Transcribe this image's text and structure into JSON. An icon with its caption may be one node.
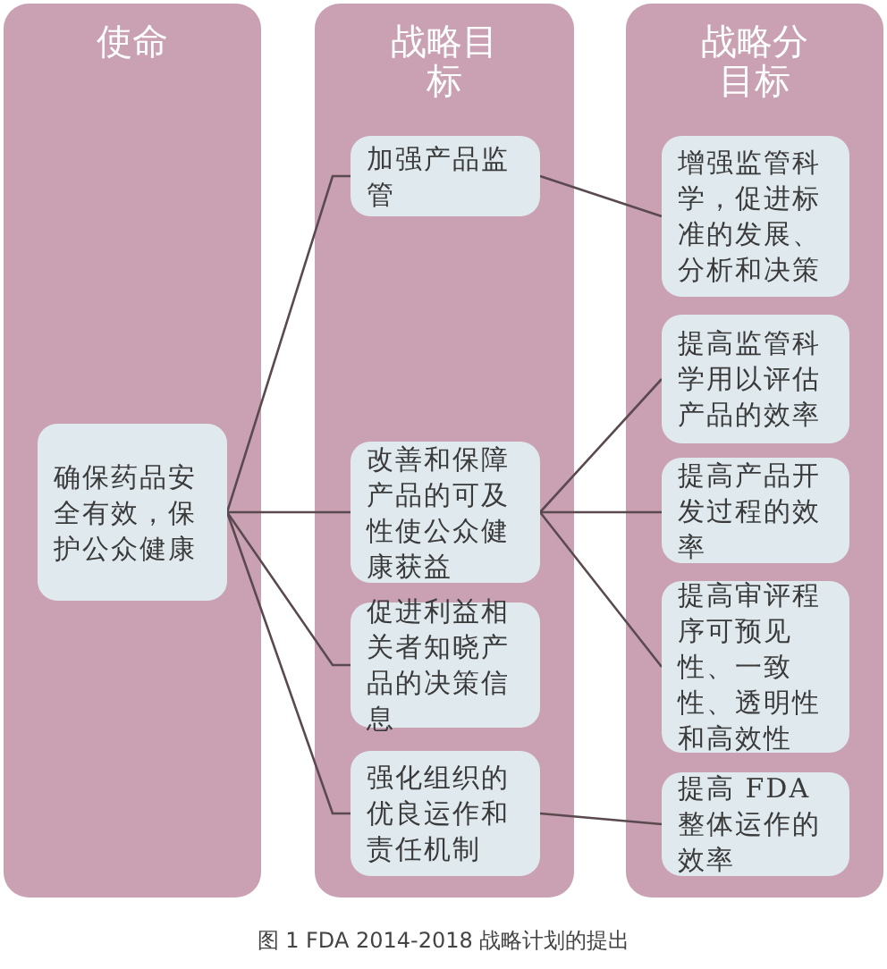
{
  "diagram": {
    "caption": "图 1 FDA 2014-2018 战略计划的提出",
    "nodes": [
      {
        "text": [
          "使命"
        ]
      },
      {
        "text": [
          "战略目标"
        ]
      },
      {
        "text": [
          "战略分目标"
        ]
      },
      {
        "text": [
          "确保药品安全有效，保护公众健康"
        ],
        "in": 0
      },
      {
        "text": [
          "加强产品监管"
        ],
        "in": 1
      },
      {
        "text": [
          "改善和保障产品的可及性使公众健康获益"
        ],
        "in": 1
      },
      {
        "text": [
          "促进利益相关者知晓产品的决策信息"
        ],
        "in": 1
      },
      {
        "text": [
          "强化组织的优良运作和责任机制"
        ],
        "in": 1
      },
      {
        "text": [
          "增强监管科学，促进标准的发展、分析和决策"
        ],
        "in": 2
      },
      {
        "text": [
          "提高监管科学用以评估产品的效率"
        ],
        "in": 2
      },
      {
        "text": [
          "提高产品开发过程的效率"
        ],
        "in": 2
      },
      {
        "text": [
          "提高审评程序可预见性、一致性、透明性和高效性"
        ],
        "in": 2
      },
      {
        "text": [
          "提高 FDA 整体运作的效率"
        ],
        "in": 2
      }
    ],
    "edges": [
      {
        "from": 3,
        "to": 4,
        "arrow": "none"
      },
      {
        "from": 3,
        "to": 5,
        "arrow": "none"
      },
      {
        "from": 3,
        "to": 6,
        "arrow": "none"
      },
      {
        "from": 3,
        "to": 7,
        "arrow": "none"
      },
      {
        "from": 4,
        "to": 8,
        "arrow": "none"
      },
      {
        "from": 5,
        "to": 9,
        "arrow": "none"
      },
      {
        "from": 5,
        "to": 10,
        "arrow": "none"
      },
      {
        "from": 5,
        "to": 11,
        "arrow": "none"
      },
      {
        "from": 7,
        "to": 12,
        "arrow": "none"
      }
    ]
  }
}
